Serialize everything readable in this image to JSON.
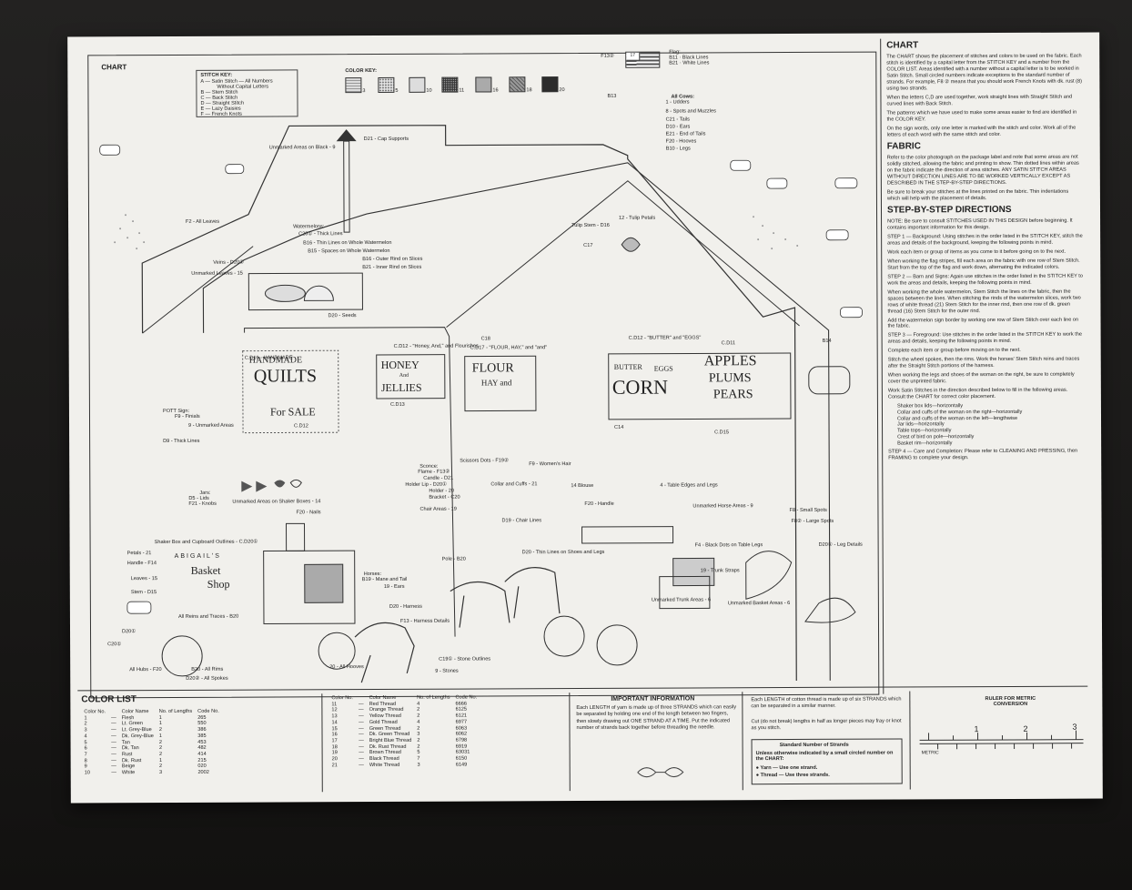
{
  "chart_title": "CHART",
  "stitch_key": {
    "title": "STITCH KEY:",
    "items": [
      "A — Satin Stitch — All Numbers",
      "Without Capital Letters",
      "B — Stem Stitch",
      "C — Back Stitch",
      "D — Straight Stitch",
      "E — Lazy Daisies",
      "F — French Knots"
    ]
  },
  "color_key": {
    "title": "COLOR KEY:",
    "numbers": [
      "3",
      "5",
      "10",
      "11",
      "16",
      "18",
      "20"
    ]
  },
  "flag": {
    "f13": "F13②",
    "num": "17",
    "b11": "B11 · Black Lines",
    "b21": "B21 · White Lines",
    "flag_label": "Flag:"
  },
  "cows_label": {
    "title": "All Cows:",
    "items": [
      "1 - Udders",
      "8 - Spots and Muzzles",
      "C21 - Tails",
      "D10 - Ears",
      "E21 - End of Tails",
      "F20 - Hooves",
      "B10 - Legs"
    ]
  },
  "labels": [
    "D21 - Cap Supports",
    "Unmarked Areas on Black - 9",
    "F2 - All Leaves",
    "Watermelons:",
    "C20① - Thick Lines",
    "B16 - Thin Lines on Whole Watermelon",
    "B15 - Spaces on Whole Watermelon",
    "B16 - Outer Rind on Slices",
    "B21 - Inner Rind on Slices",
    "Veins - D20①",
    "Unmarked Leaves - 15",
    "D20 - Seeds",
    "B13",
    "Tulip Stem - D16",
    "12 - Tulip Petals",
    "C17",
    "B14",
    "POTT Sign:",
    "F9 - Finials",
    "9 - Unmarked Areas",
    "D9 - Thick Lines",
    "Jars:",
    "D5 - Lids",
    "F21 - Knobs",
    "Unmarked Areas on Shaker Boxes - 14",
    "F20 - Nails",
    "Shaker Box and Cupboard Outlines - C.D20①",
    "Petals - 21",
    "Handle - F14",
    "Leaves - 15",
    "Stem - D15",
    "All Reins and Traces - B20",
    "D20①",
    "C20①",
    "B20 - All Rims",
    "All Hubs - F20",
    "D20② - All Spokes",
    "Horses:",
    "B19 - Mane and Tail",
    "19 - Ears",
    "D20 - Harness",
    "F13 - Harness Details",
    "C19① - Stone Outlines",
    "9 - Stones",
    "20 - All Hooves",
    "Sconce:",
    "Flame - F13②",
    "Candle - D21",
    "Holder Lip - D20①",
    "Holder - 20",
    "Bracket - C20",
    "Scissors Dots - F19②",
    "F9 - Women's Hair",
    "Collar and Cuffs - 21",
    "14 Blouse",
    "Chair Areas - 19",
    "D19 - Chair Lines",
    "Pole - B20",
    "D20 - Thin Lines on Shoes and Legs",
    "4 - Table Edges and Legs",
    "F20 - Handle",
    "Unmarked Horse Areas - 9",
    "F4 - Black Dots on Table Legs",
    "19 - Trunk Straps",
    "Unmarked Trunk Areas - 6",
    "Unmarked Basket Areas - 6",
    "F8 - Small Spots",
    "F8② - Large Spots",
    "D20① - Leg Details",
    "C.D16 - HANDMADE",
    "C.D12 - \"Honey, And,\" and Flourishes",
    "C.D17 - \"FLOUR, HAY,\" and \"and\"",
    "C.D12 - \"BUTTER\" and \"EGGS\"",
    "C.D11",
    "C.D13",
    "C14",
    "C18",
    "C.D12",
    "C.D15"
  ],
  "signs": {
    "quilts": [
      "HANDMADE",
      "QUILTS",
      "For SALE"
    ],
    "honey": [
      "HONEY",
      "And",
      "JELLIES"
    ],
    "flour": [
      "FLOUR",
      "HAY and"
    ],
    "produce": [
      "BUTTER",
      "EGGS",
      "CORN",
      "APPLES",
      "PLUMS",
      "PEARS"
    ],
    "abigail": [
      "ABIGAIL'S",
      "Basket",
      "Shop"
    ]
  },
  "right_column": {
    "chart": {
      "title": "CHART",
      "paras": [
        "The CHART shows the placement of stitches and colors to be used on the fabric. Each stitch is identified by a capital letter from the STITCH KEY and a number from the COLOR LIST. Areas identified with a number without a capital letter is to be worked in Satin Stitch. Small circled numbers indicate exceptions to the standard number of strands. For example, F8 ② means that you should work French Knots with dk. rust (8) using two strands.",
        "When the letters C,D are used together, work straight lines with Straight Stitch and curved lines with Back Stitch.",
        "The patterns which we have used to make some areas easier to find are identified in the COLOR KEY.",
        "On the sign words, only one letter is marked with the stitch and color. Work all of the letters of each word with the same stitch and color."
      ]
    },
    "fabric": {
      "title": "FABRIC",
      "paras": [
        "Refer to the color photograph on the package label and note that some areas are not solidly stitched, allowing the fabric and printing to show. Thin dotted lines within areas on the fabric indicate the direction of area stitches. ANY SATIN STITCH AREAS WITHOUT DIRECTION LINES ARE TO BE WORKED VERTICALLY EXCEPT AS DESCRIBED IN THE STEP-BY-STEP DIRECTIONS.",
        "Be sure to break your stitches at the lines printed on the fabric. Thin indentations which will help with the placement of details."
      ]
    },
    "steps": {
      "title": "STEP-BY-STEP DIRECTIONS",
      "paras": [
        "NOTE: Be sure to consult STITCHES USED IN THIS DESIGN before beginning. It contains important information for this design.",
        "STEP 1 — Background: Using stitches in the order listed in the STITCH KEY, stitch the areas and details of the background, keeping the following points in mind.",
        "Work each item or group of items as you come to it before going on to the next.",
        "When working the flag stripes, fill each area on the fabric with one row of Stem Stitch. Start from the top of the flag and work down, alternating the indicated colors.",
        "STEP 2 — Barn and Signs: Again use stitches in the order listed in the STITCH KEY to work the areas and details, keeping the following points in mind.",
        "When working the whole watermelon, Stem Stitch the lines on the fabric, then the spaces between the lines. When stitching the rinds of the watermelon slices, work two rows of white thread (21) Stem Stitch for the inner rind, then one row of dk. green thread (16) Stem Stitch for the outer rind.",
        "Add the watermelon sign border by working one row of Stem Stitch over each line on the fabric.",
        "STEP 3 — Foreground: Use stitches in the order listed in the STITCH KEY to work the areas and details, keeping the following points in mind.",
        "Complete each item or group before moving on to the next.",
        "Stitch the wheel spokes, then the rims. Work the horses' Stem Stitch reins and traces after the Straight Stitch portions of the harness.",
        "When working the legs and shoes of the woman on the right, be sure to completely cover the unprinted fabric.",
        "Work Satin Stitches in the direction described below to fill in the following areas. Consult the CHART for correct color placement."
      ],
      "sub": [
        "Shaker box lids—horizontally",
        "Collar and cuffs of the woman on the right—horizontally",
        "Collar and cuffs of the woman on the left—lengthwise",
        "Jar lids—horizontally",
        "Table tops—horizontally",
        "Crest of bird on pole—horizontally",
        "Basket rim—horizontally"
      ],
      "step4": "STEP 4 — Care and Completion: Please refer to CLEANING AND PRESSING, then FRAMING to complete your design."
    }
  },
  "color_list": {
    "title": "COLOR LIST",
    "headers": [
      "Color No.",
      "Color Name",
      "No. of Lengths",
      "Code No."
    ],
    "left": [
      [
        "1",
        "—",
        "Flesh",
        "1",
        "265"
      ],
      [
        "2",
        "—",
        "Lt. Green",
        "1",
        "550"
      ],
      [
        "3",
        "—",
        "Lt. Grey-Blue",
        "2",
        "386"
      ],
      [
        "4",
        "—",
        "Dk. Grey-Blue",
        "1",
        "385"
      ],
      [
        "5",
        "—",
        "Tan",
        "2",
        "453"
      ],
      [
        "6",
        "—",
        "Dk. Tan",
        "2",
        "482"
      ],
      [
        "7",
        "—",
        "Rust",
        "2",
        "414"
      ],
      [
        "8",
        "—",
        "Dk. Rust",
        "1",
        "215"
      ],
      [
        "9",
        "—",
        "Beige",
        "2",
        "020"
      ],
      [
        "10",
        "—",
        "White",
        "3",
        "2002"
      ]
    ],
    "right": [
      [
        "11",
        "—",
        "Red Thread",
        "4",
        "6666"
      ],
      [
        "12",
        "—",
        "Orange Thread",
        "2",
        "6125"
      ],
      [
        "13",
        "—",
        "Yellow Thread",
        "2",
        "6121"
      ],
      [
        "14",
        "—",
        "Gold Thread",
        "4",
        "6977"
      ],
      [
        "15",
        "—",
        "Green Thread",
        "2",
        "6063"
      ],
      [
        "16",
        "—",
        "Dk. Green Thread",
        "3",
        "6062"
      ],
      [
        "17",
        "—",
        "Bright Blue Thread",
        "2",
        "6798"
      ],
      [
        "18",
        "—",
        "Dk. Rust Thread",
        "2",
        "6919"
      ],
      [
        "19",
        "—",
        "Brown Thread",
        "5",
        "63031"
      ],
      [
        "20",
        "—",
        "Black Thread",
        "7",
        "6150"
      ],
      [
        "21",
        "—",
        "White Thread",
        "3",
        "6149"
      ]
    ]
  },
  "important": {
    "title": "IMPORTANT INFORMATION",
    "text": "Each LENGTH of yarn is made up of three STRANDS which can easily be separated by holding one end of the length between two fingers, then slowly drawing out ONE STRAND AT A TIME. Put the indicated number of strands back together before threading the needle."
  },
  "cotton": {
    "text1": "Each LENGTH of cotton thread is made up of six STRANDS which can be separated in a similar manner.",
    "text2": "Cut (do not break) lengths in half as longer pieces may fray or knot as you stitch.",
    "box_title": "Standard Number of Strands",
    "box_sub": "Unless otherwise indicated by a small circled number on the CHART:",
    "yarn": "● Yarn — Use one strand.",
    "thread": "● Thread — Use three strands."
  },
  "ruler": {
    "title": "RULER FOR METRIC CONVERSION",
    "inch_marks": [
      "1",
      "2",
      "3"
    ],
    "metric_label": "METRIC"
  }
}
